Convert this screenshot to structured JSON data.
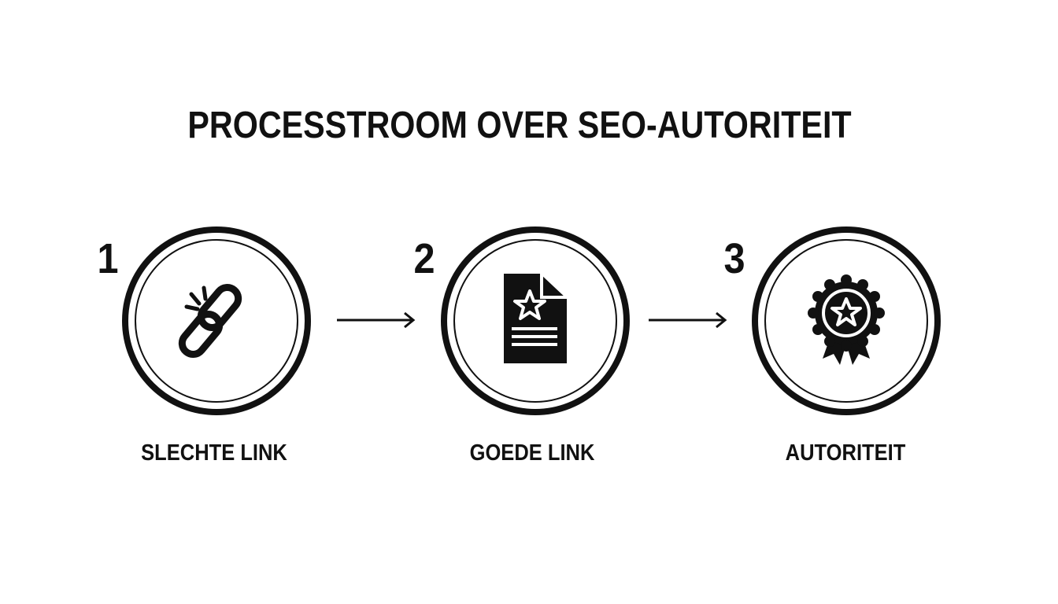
{
  "title": "PROCESSTROOM OVER SEO-AUTORITEIT",
  "steps": [
    {
      "number": "1",
      "label": "SLECHTE LINK",
      "icon": "broken-chain-link-icon"
    },
    {
      "number": "2",
      "label": "GOEDE LINK",
      "icon": "document-star-icon"
    },
    {
      "number": "3",
      "label": "AUTORITEIT",
      "icon": "award-badge-icon"
    }
  ],
  "colors": {
    "ink": "#111111",
    "background": "#ffffff"
  }
}
